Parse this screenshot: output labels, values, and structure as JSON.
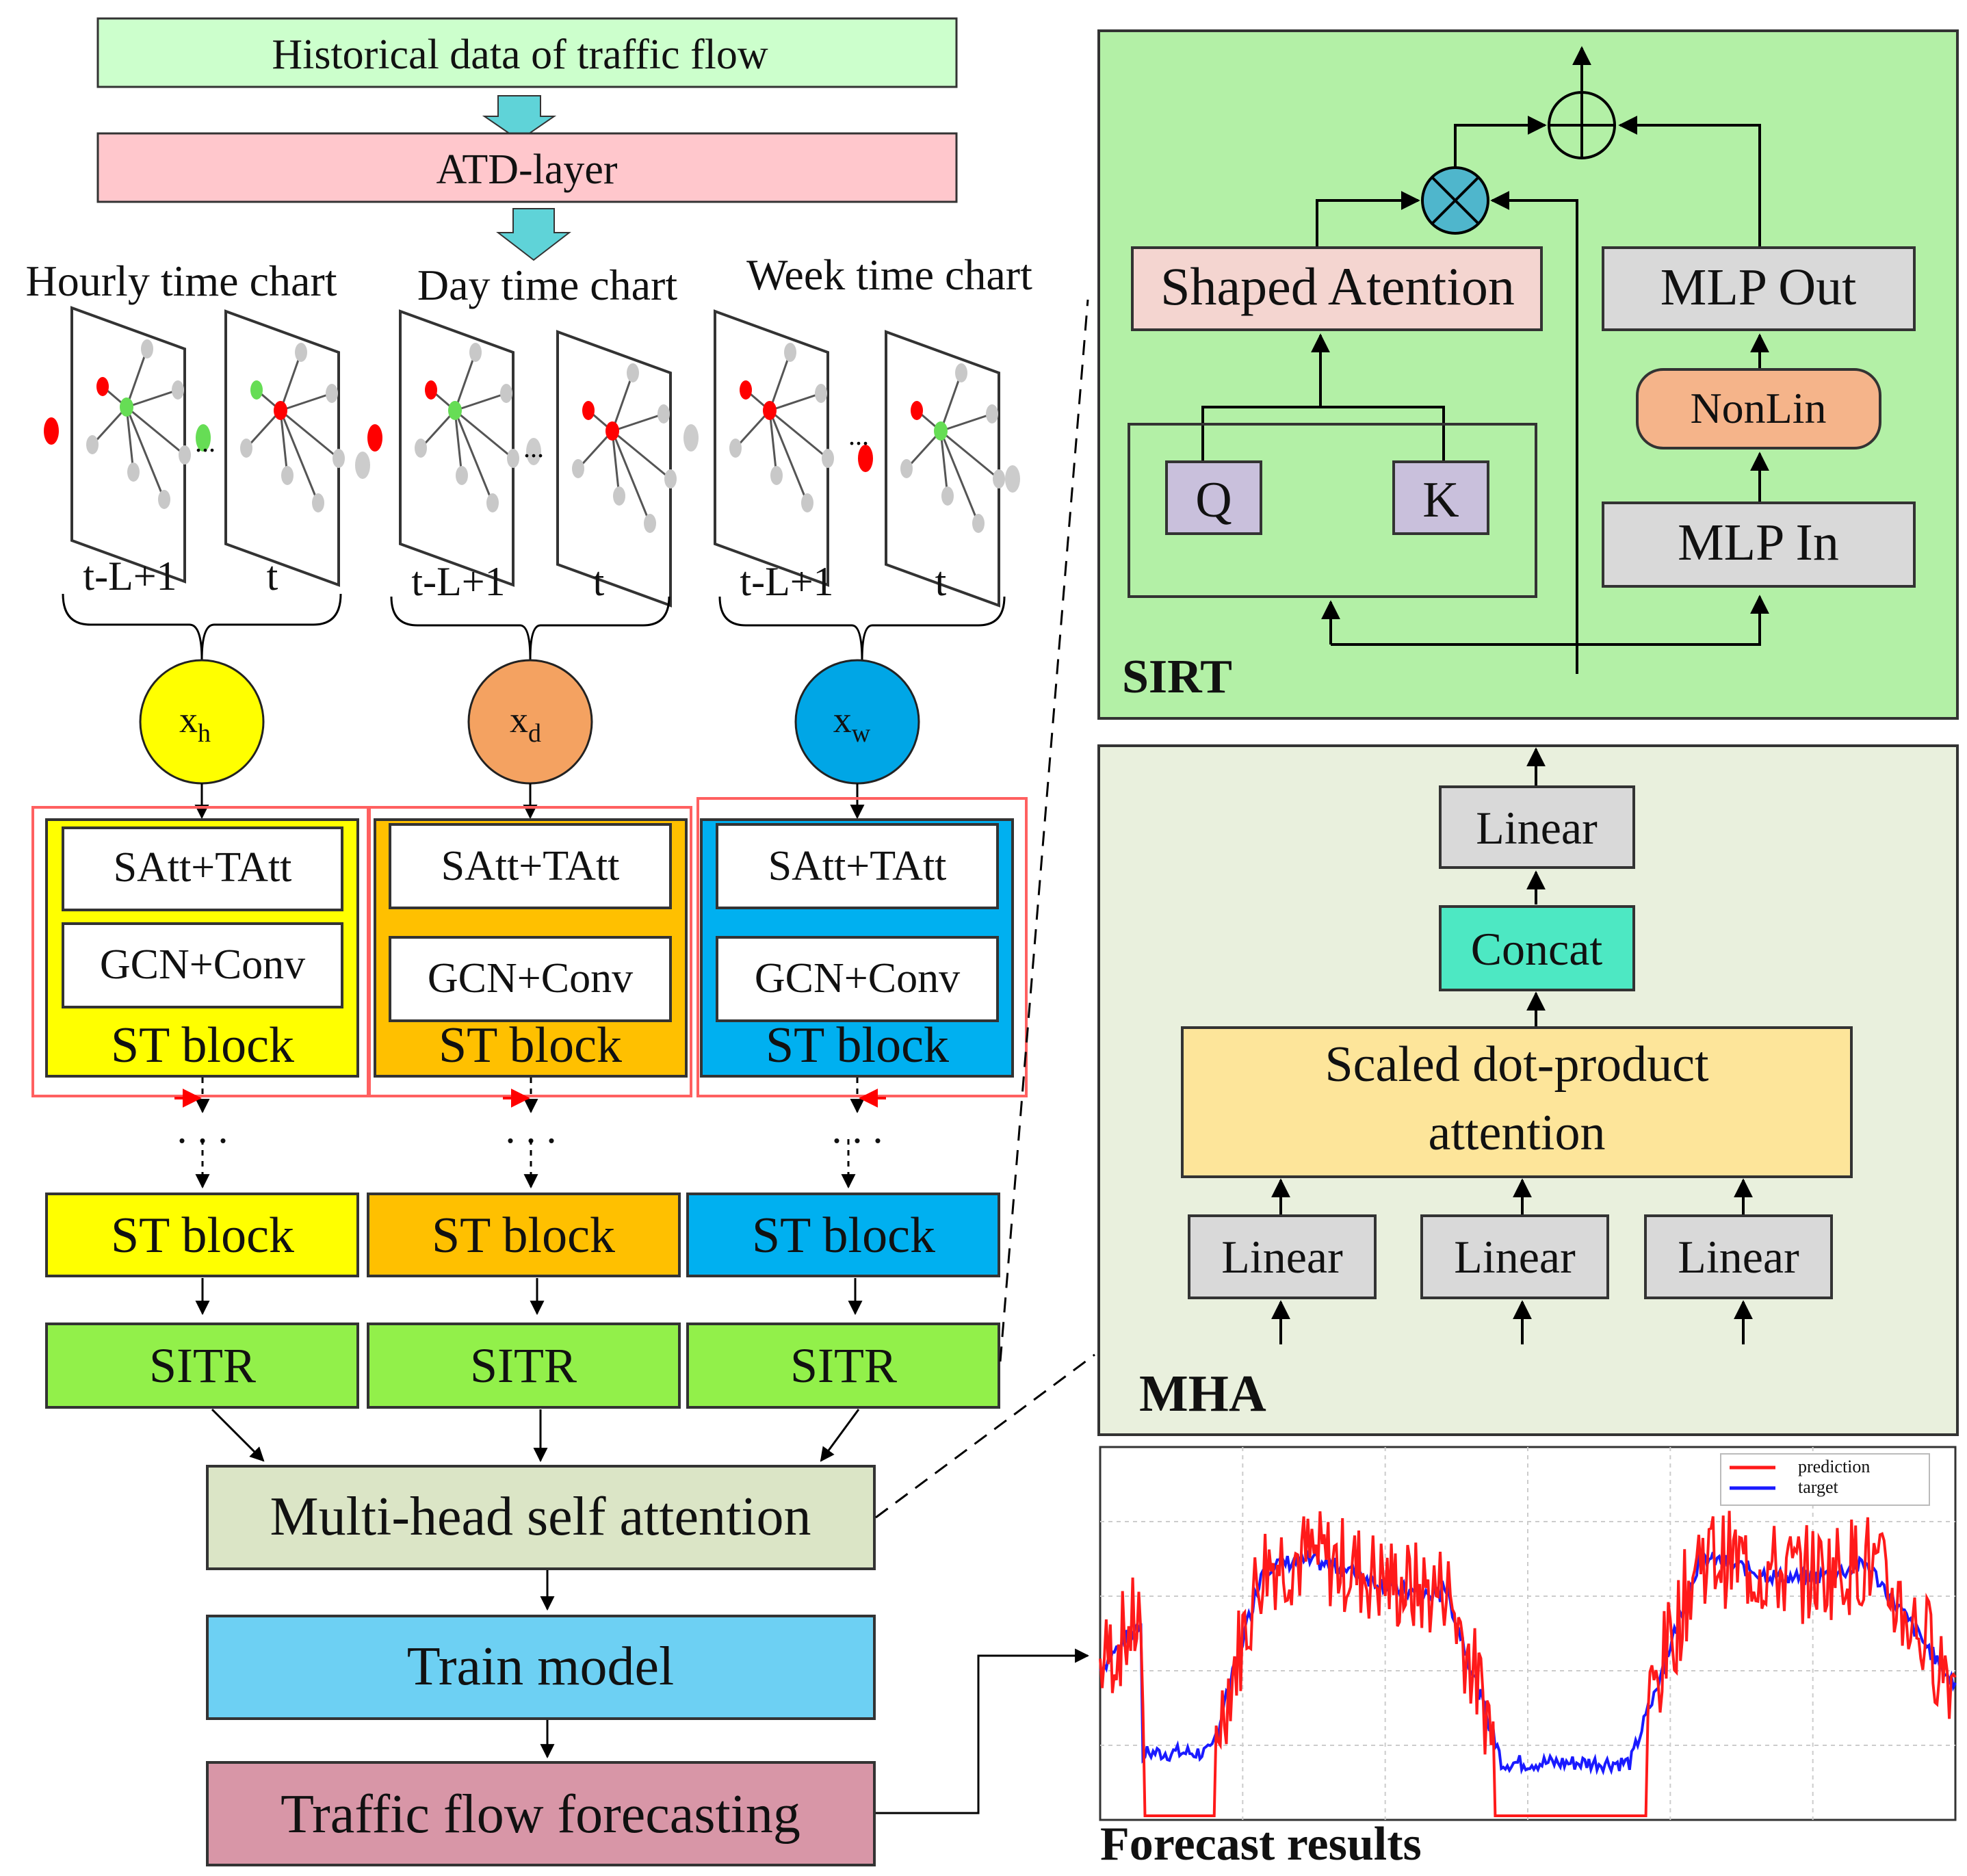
{
  "left": {
    "historical": "Historical data of traffic flow",
    "atd": "ATD-layer",
    "charts": [
      {
        "title": "Hourly time chart",
        "start": "t-L+1",
        "end": "t",
        "x_base": "x",
        "x_sub": "h"
      },
      {
        "title": "Day time chart",
        "start": "t-L+1",
        "end": "t",
        "x_base": "x",
        "x_sub": "d"
      },
      {
        "title": "Week time chart",
        "start": "t-L+1",
        "end": "t",
        "x_base": "x",
        "x_sub": "w"
      }
    ],
    "satt": "SAtt+TAtt",
    "gcn": "GCN+Conv",
    "st_block": "ST block",
    "sitr": "SITR",
    "mhsa": "Multi-head self attention",
    "train": "Train model",
    "forecast": "Traffic flow forecasting"
  },
  "sirt": {
    "label": "SIRT",
    "shaped": "Shaped Atention",
    "mlp_out": "MLP Out",
    "nonlin": "NonLin",
    "mlp_in": "MLP In",
    "q": "Q",
    "k": "K"
  },
  "mha": {
    "label": "MHA",
    "linear": "Linear",
    "concat": "Concat",
    "sdpa_line1": "Scaled dot-product",
    "sdpa_line2": "attention"
  },
  "results": {
    "caption": "Forecast results",
    "legend_prediction": "prediction",
    "legend_target": "target"
  },
  "colors": {
    "historical": "#ccffcc",
    "atd": "#ffc7cc",
    "yellow": "#ffff00",
    "orange": "#ffc000",
    "blue": "#00b0f0",
    "sitr": "#92f04a",
    "mhsa": "#dbe5c6",
    "train": "#6dd0f3",
    "forecast": "#d896a7",
    "sirt_bg": "#b3f0a6",
    "mha_bg": "#e9f0dd",
    "pred": "#ff0000",
    "target": "#0000ff"
  }
}
